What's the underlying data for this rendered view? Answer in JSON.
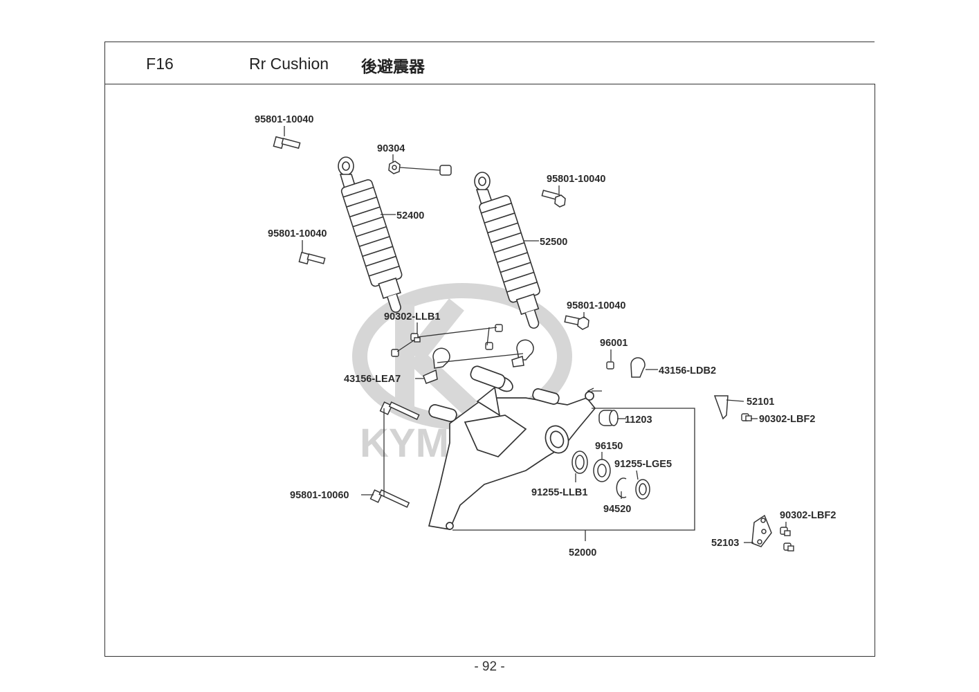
{
  "header": {
    "code": "F16",
    "title_en": "Rr Cushion",
    "title_zh": "後避震器"
  },
  "watermark": {
    "text": "KYMCO",
    "color": "#c8c8c8"
  },
  "parts": {
    "p95801_10040_a": "95801-10040",
    "p90304": "90304",
    "p95801_10040_b": "95801-10040",
    "p52400": "52400",
    "p95801_10040_c": "95801-10040",
    "p52500": "52500",
    "p95801_10040_d": "95801-10040",
    "p90302_llb1": "90302-LLB1",
    "p96001": "96001",
    "p43156_ldb2": "43156-LDB2",
    "p43156_lea7": "43156-LEA7",
    "p52101": "52101",
    "p90302_lbf2_a": "90302-LBF2",
    "p11203": "11203",
    "p96150": "96150",
    "p91255_lge5": "91255-LGE5",
    "p95801_10060": "95801-10060",
    "p91255_llb1": "91255-LLB1",
    "p94520": "94520",
    "p90302_lbf2_b": "90302-LBF2",
    "p52103": "52103",
    "p52000": "52000"
  },
  "footer": {
    "page": "- 92 -"
  },
  "colors": {
    "line": "#333333",
    "text": "#2a2a2a"
  }
}
